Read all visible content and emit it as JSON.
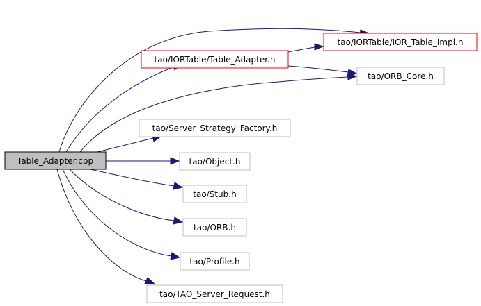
{
  "colors": {
    "edge": "#191970",
    "root_fill": "#bfbfbf",
    "root_border": "#000000",
    "linked_border": "#ff0000",
    "plain_border": "#bfbfbf",
    "node_fill": "#ffffff"
  },
  "nodes": {
    "root": {
      "label": "Table_Adapter.cpp",
      "kind": "root"
    },
    "ior_table_impl": {
      "label": "tao/IORTable/IOR_Table_Impl.h",
      "kind": "linked"
    },
    "table_adapter_h": {
      "label": "tao/IORTable/Table_Adapter.h",
      "kind": "linked"
    },
    "orb_core": {
      "label": "tao/ORB_Core.h",
      "kind": "plain"
    },
    "server_strategy_factory": {
      "label": "tao/Server_Strategy_Factory.h",
      "kind": "plain"
    },
    "object": {
      "label": "tao/Object.h",
      "kind": "plain"
    },
    "stub": {
      "label": "tao/Stub.h",
      "kind": "plain"
    },
    "orb": {
      "label": "tao/ORB.h",
      "kind": "plain"
    },
    "profile": {
      "label": "tao/Profile.h",
      "kind": "plain"
    },
    "tao_server_request": {
      "label": "tao/TAO_Server_Request.h",
      "kind": "plain"
    }
  },
  "edges": [
    {
      "from": "root",
      "to": "ior_table_impl"
    },
    {
      "from": "root",
      "to": "table_adapter_h"
    },
    {
      "from": "root",
      "to": "orb_core"
    },
    {
      "from": "root",
      "to": "server_strategy_factory"
    },
    {
      "from": "root",
      "to": "object"
    },
    {
      "from": "root",
      "to": "stub"
    },
    {
      "from": "root",
      "to": "orb"
    },
    {
      "from": "root",
      "to": "profile"
    },
    {
      "from": "root",
      "to": "tao_server_request"
    },
    {
      "from": "table_adapter_h",
      "to": "ior_table_impl"
    },
    {
      "from": "table_adapter_h",
      "to": "orb_core"
    }
  ]
}
